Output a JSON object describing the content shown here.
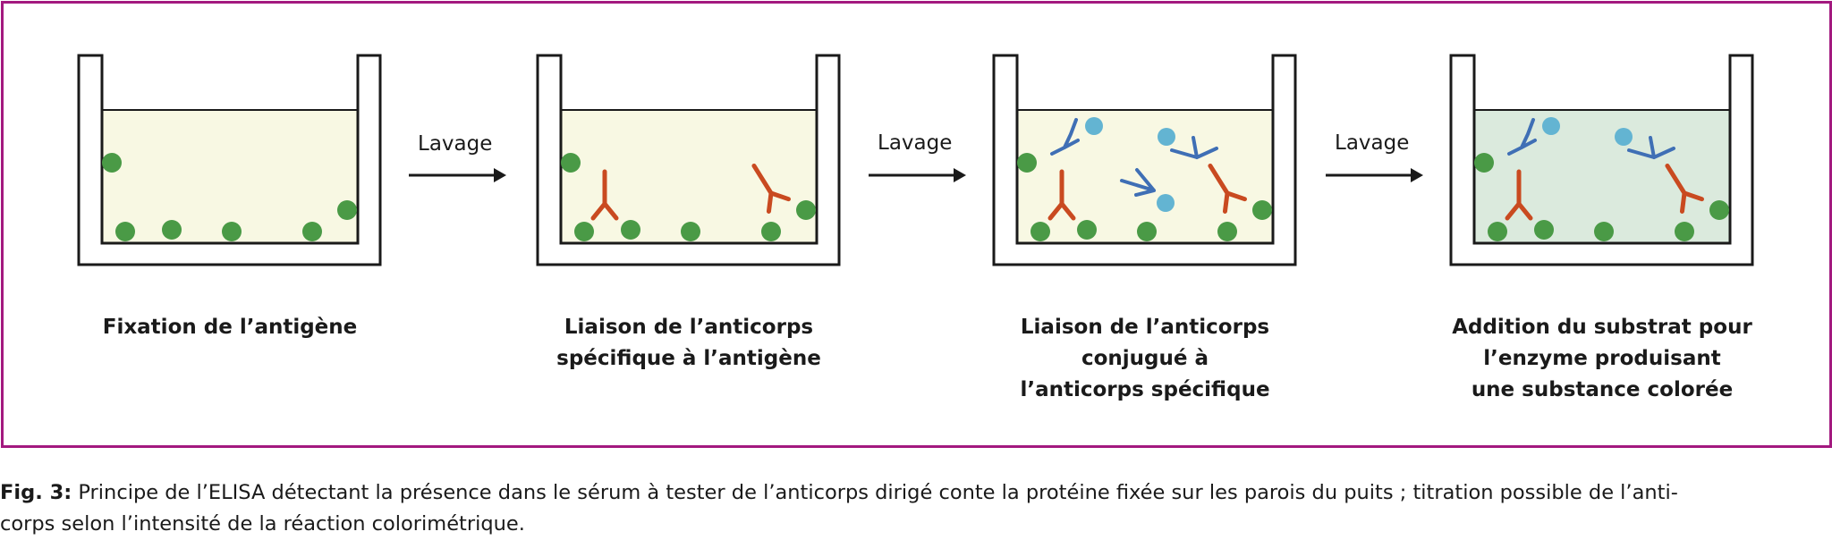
{
  "colors": {
    "frame": "#a3197f",
    "antigen": "#4a9a46",
    "specific_antibody": "#c94a20",
    "conjugated_antibody": "#3f6fb5",
    "enzyme": "#63b4d2",
    "liquid": "#f8f8e3",
    "liquid_colored": "#dbeadd"
  },
  "arrows": [
    {
      "label": "Lavage"
    },
    {
      "label": "Lavage"
    },
    {
      "label": "Lavage"
    }
  ],
  "steps": [
    {
      "lines": [
        "Fixation de l’antigène"
      ]
    },
    {
      "lines": [
        "Liaison de l’anticorps",
        "spécifique à l’antigène"
      ]
    },
    {
      "lines": [
        "Liaison de l’anticorps",
        "conjugué à",
        "l’anticorps spécifique"
      ]
    },
    {
      "lines": [
        "Addition du substrat pour",
        "l’enzyme produisant",
        "une substance colorée"
      ]
    }
  ],
  "caption": {
    "label": "Fig. 3:",
    "text": " Principe de l’ELISA détectant la présence dans le sérum à tester de l’anticorps dirigé conte la protéine fixée sur les parois du puits ; titration possible de l’anti-",
    "text2": "corps selon l’intensité de la réaction colorimétrique."
  }
}
